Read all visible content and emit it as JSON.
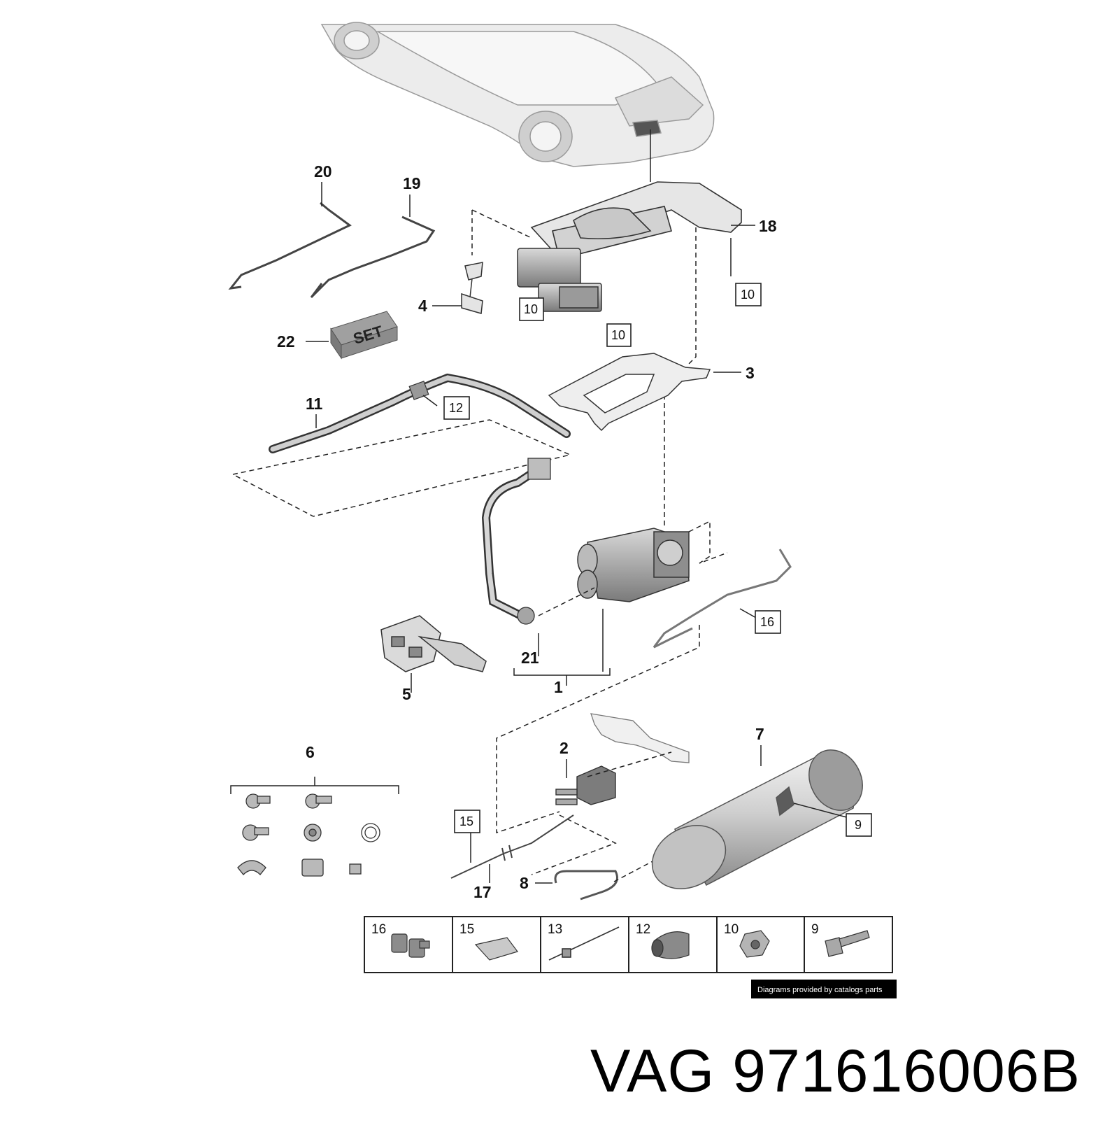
{
  "callouts": {
    "c1": "1",
    "c2": "2",
    "c3": "3",
    "c4": "4",
    "c5": "5",
    "c6": "6",
    "c7": "7",
    "c8": "8",
    "c11": "11",
    "c17": "17",
    "c18": "18",
    "c19": "19",
    "c20": "20",
    "c21": "21",
    "c22": "22"
  },
  "boxed_refs": {
    "b10a": "10",
    "b10b": "10",
    "b10c": "10",
    "b12": "12",
    "b16": "16",
    "b15": "15",
    "b9": "9"
  },
  "set_label": "SET",
  "legend": [
    "16",
    "15",
    "13",
    "12",
    "10",
    "9"
  ],
  "credit": "Diagrams provided by catalogs parts",
  "part_number": "VAG 971616006B"
}
